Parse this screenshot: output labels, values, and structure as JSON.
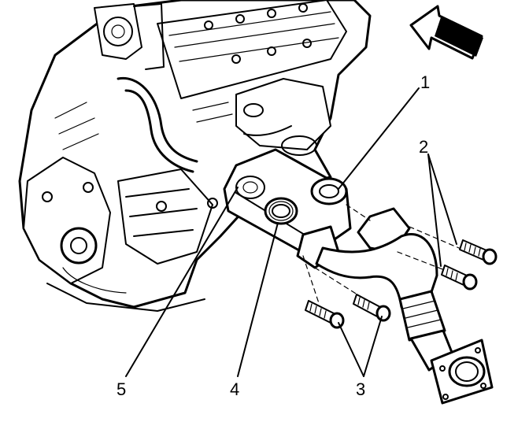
{
  "figure": {
    "kind": "exploded-parts-illustration",
    "orientation_arrow": "front-arrow-icon",
    "callouts": [
      {
        "id": "1",
        "label": "1"
      },
      {
        "id": "2",
        "label": "2"
      },
      {
        "id": "3",
        "label": "3"
      },
      {
        "id": "4",
        "label": "4"
      },
      {
        "id": "5",
        "label": "5"
      }
    ]
  }
}
